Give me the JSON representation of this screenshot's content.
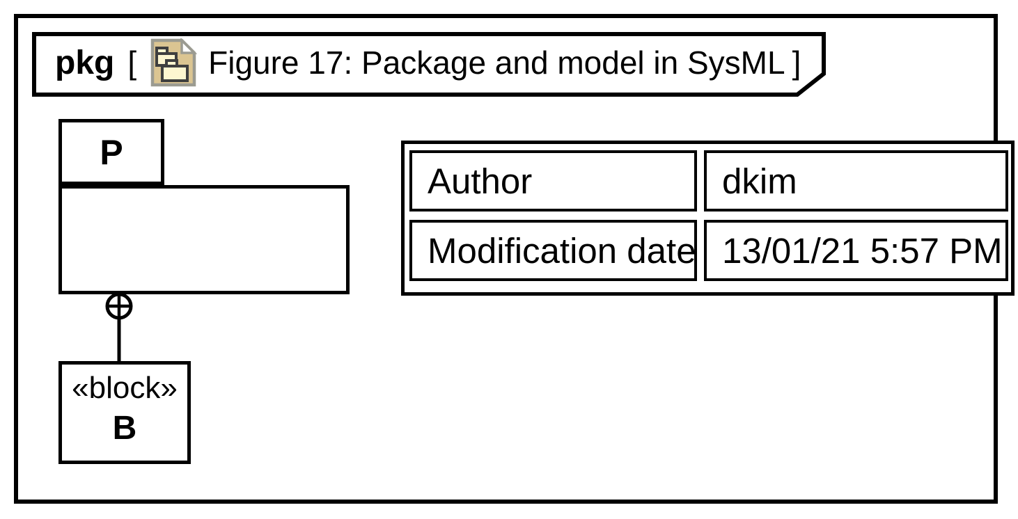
{
  "frame": {
    "kind": "pkg",
    "open_bracket": "[",
    "diagram_title": "Figure 17: Package and model in SysML",
    "close_bracket": "]",
    "icon": "package-diagram-document-icon"
  },
  "package_p": {
    "name": "P"
  },
  "block_b": {
    "stereotype": "«block»",
    "name": "B"
  },
  "connector": {
    "kind": "containment",
    "symbol": "crossed-circle"
  },
  "properties_table": {
    "rows": [
      {
        "key": "Author",
        "value": "dkim"
      },
      {
        "key": "Modification date",
        "value": "13/01/21 5:57 PM"
      }
    ]
  },
  "colors": {
    "line": "#000000",
    "background": "#ffffff",
    "icon_paper": "#dbc592",
    "icon_fold": "#ffffff",
    "icon_paper_border": "#9b9b91",
    "icon_package_fill": "#fdf6d0",
    "icon_package_border": "#3f3f3f"
  }
}
